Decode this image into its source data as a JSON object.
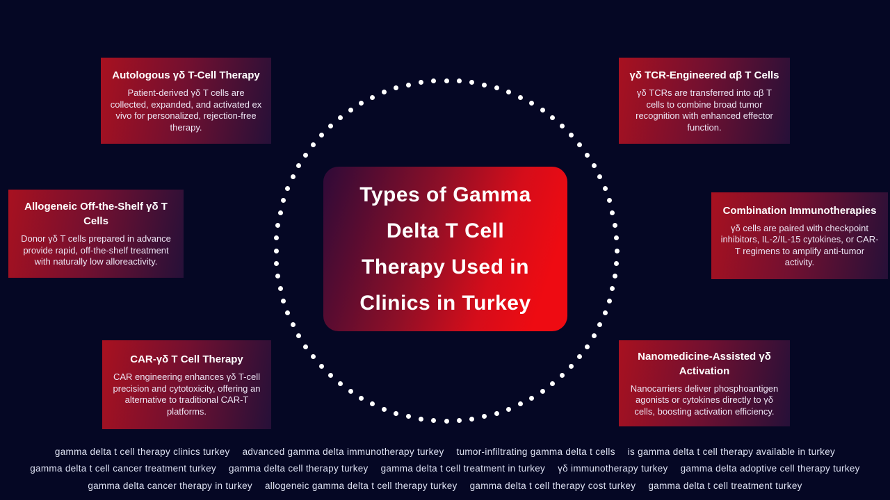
{
  "colors": {
    "background": "#050724",
    "box_gradient_start": "#a81120",
    "box_gradient_end": "#261038",
    "center_gradient_start": "#2e0a38",
    "center_gradient_end": "#ee0b12",
    "dot_color": "#ffffff",
    "footer_text": "#dde1f2"
  },
  "center": {
    "lines": [
      "Types of Gamma",
      "Delta T Cell",
      "Therapy Used in",
      "Clinics in Turkey"
    ]
  },
  "boxes": [
    {
      "title": "Autologous γδ T-Cell Therapy",
      "body": "Patient-derived γδ T cells are collected, expanded, and activated ex vivo for personalized, rejection-free therapy."
    },
    {
      "title": "Allogeneic Off-the-Shelf γδ T Cells",
      "body": "Donor γδ T cells prepared in advance provide rapid, off-the-shelf treatment with naturally low alloreactivity."
    },
    {
      "title": "CAR-γδ T Cell Therapy",
      "body": "CAR engineering enhances γδ T-cell precision and cytotoxicity, offering an alternative to traditional CAR-T platforms."
    },
    {
      "title": "γδ TCR-Engineered αβ T Cells",
      "body": "γδ TCRs are transferred into αβ T cells to combine broad tumor recognition with enhanced effector function."
    },
    {
      "title": "Combination Immunotherapies",
      "body": "γδ cells are paired with checkpoint inhibitors, IL-2/IL-15 cytokines, or CAR-T regimens to amplify anti-tumor activity."
    },
    {
      "title": "Nanomedicine-Assisted γδ Activation",
      "body": "Nanocarriers deliver phosphoantigen agonists or cytokines directly to γδ cells, boosting activation efficiency."
    }
  ],
  "footer": {
    "lines": [
      [
        "gamma delta t cell therapy clinics turkey",
        "advanced gamma delta immunotherapy turkey",
        "tumor-infiltrating gamma delta t cells",
        "is gamma delta t cell therapy available in turkey"
      ],
      [
        "gamma delta t cell cancer treatment turkey",
        "gamma delta cell therapy turkey",
        "gamma delta t cell treatment in turkey",
        "γδ immunotherapy turkey",
        "gamma delta adoptive cell therapy turkey"
      ],
      [
        "gamma delta cancer therapy in turkey",
        "allogeneic gamma delta t cell therapy turkey",
        "gamma delta t cell therapy cost turkey",
        "gamma delta t cell treatment turkey"
      ]
    ]
  }
}
